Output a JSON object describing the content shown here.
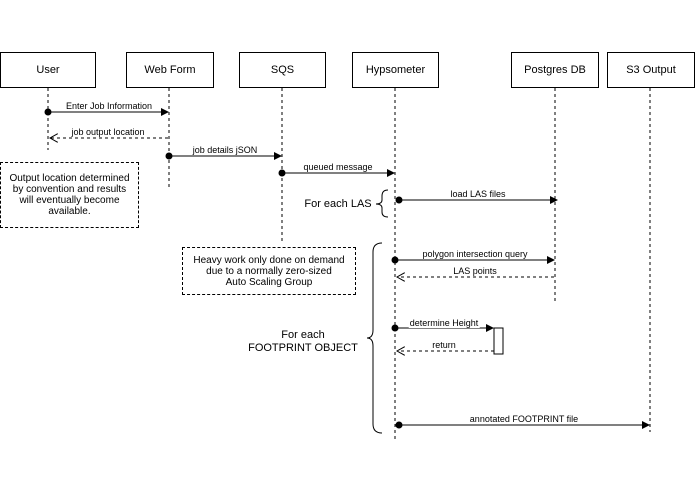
{
  "participants": {
    "user": "User",
    "web_form": "Web Form",
    "sqs": "SQS",
    "hypsometer": "Hypsometer",
    "postgres": "Postgres DB",
    "s3": "S3 Output"
  },
  "messages": {
    "enter_job_info": "Enter Job Information",
    "job_output_location": "job output location",
    "job_details_json": "job details jSON",
    "queued_message": "queued message",
    "load_las_files": "load LAS files",
    "polygon_intersection_query": "polygon intersection query",
    "las_points": "LAS points",
    "determine_height": "determine Height",
    "return": "return",
    "annotated_footprint_file": "annotated FOOTPRINT file"
  },
  "notes": {
    "output_location": [
      "Output location determined",
      "by convention and results",
      "will eventually become",
      "available."
    ],
    "heavy_work": [
      "Heavy work only done on demand",
      "due to a normally zero-sized",
      "Auto Scaling Group"
    ]
  },
  "groups": {
    "for_each_las": "For each LAS",
    "for_each_footprint": [
      "For each",
      "FOOTPRINT OBJECT"
    ]
  }
}
